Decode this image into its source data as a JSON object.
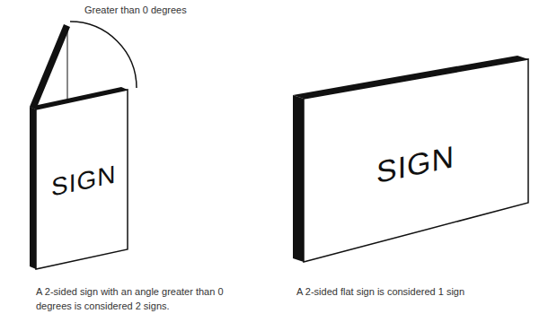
{
  "diagram": {
    "nodes": [
      {
        "text": [
          "SIGN"
        ]
      },
      {
        "text": [
          "SIGN"
        ]
      }
    ],
    "labels": [
      "Greater than 0 degrees",
      "A 2-sided sign with an angle greater than 0 degrees is considered 2 signs.",
      "A 2-sided flat sign is considered 1 sign"
    ]
  }
}
